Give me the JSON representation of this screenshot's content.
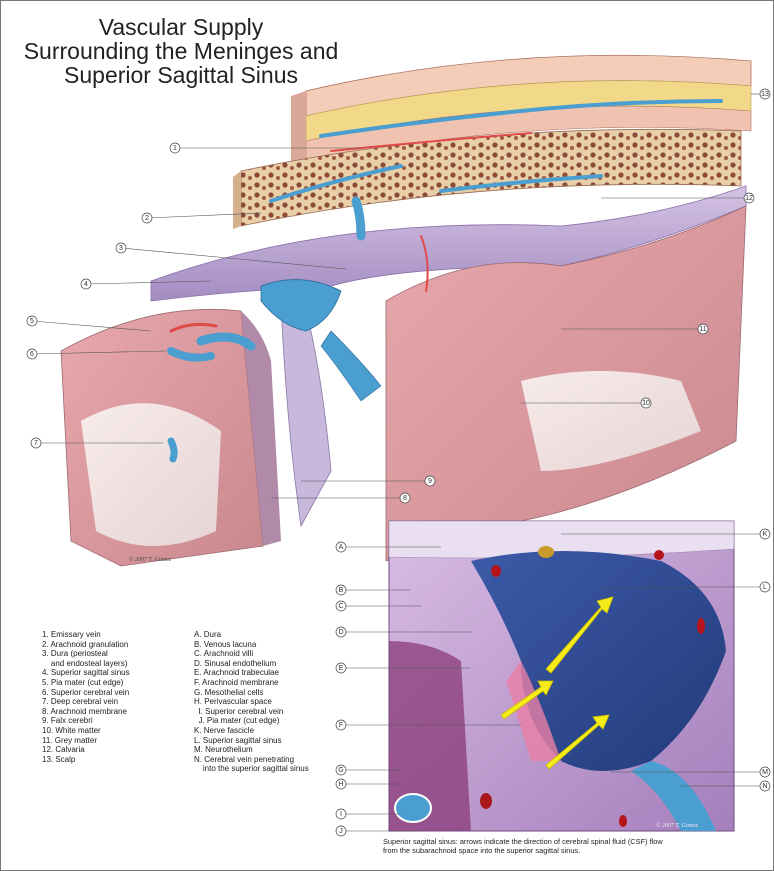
{
  "title_lines": [
    "Vascular Supply",
    "Surrounding the Meninges and",
    "Superior Sagittal Sinus"
  ],
  "main_labels": [
    "1",
    "2",
    "3",
    "4",
    "5",
    "6",
    "7",
    "8",
    "9",
    "10",
    "11",
    "12",
    "13"
  ],
  "inset_labels": [
    "A",
    "B",
    "C",
    "D",
    "E",
    "F",
    "G",
    "H",
    "I",
    "J",
    "K",
    "L",
    "M",
    "N"
  ],
  "legend_numbered": [
    "1. Emissary vein",
    "2. Arachnoid granulation",
    "3. Dura (periosteal",
    "    and endosteal layers)",
    "4. Superior sagittal sinus",
    "5. Pia mater (cut edge)",
    "6. Superior cerebral vein",
    "7. Deep cerebral vein",
    "8. Arachnoid membrane",
    "9. Falx cerebri",
    "10. White matter",
    "11. Grey matter",
    "12. Calvaria",
    "13. Scalp"
  ],
  "legend_lettered": [
    "A. Dura",
    "B. Venous lacuna",
    "C. Arachnoid villi",
    "D. Sinusal endothelium",
    "E. Arachnoid trabeculae",
    "F. Arachnoid membrane",
    "G. Mesothelial cells",
    "H. Perivascular space",
    "  I. Superior cerebral vein",
    "  J. Pia mater (cut edge)",
    "K. Nerve fascicle",
    "L. Superior sagittal sinus",
    "M. Neurothelium",
    "N. Cerebral vein penetrating",
    "    into the superior sagittal sinus"
  ],
  "caption_lines": [
    "Superior sagittal sinus:  arrows indicate the direction of cerebral spinal fluid (CSF) flow",
    "from the subarachnoid space into the superior sagittal sinus."
  ],
  "signature_text": "© 2007  T. Gomez",
  "colors": {
    "scalp": "#f2c4b0",
    "fat": "#f0d78a",
    "bone": "#e9c9a0",
    "dura": "#b7a0d0",
    "vein": "#4a9ed0",
    "grey_matter": "#e2a0a4",
    "white_matter": "#f3e6e4",
    "inset_bg": "#c9a6d6",
    "arrow": "#f5ec1a"
  }
}
